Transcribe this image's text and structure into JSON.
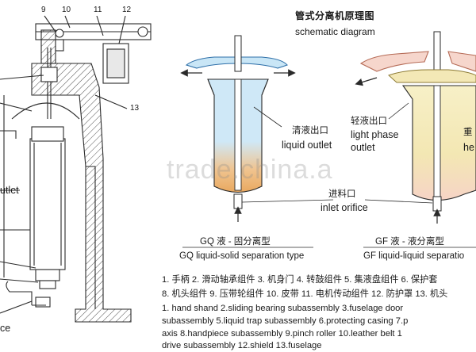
{
  "diagram": {
    "title_cn": "管式分离机原理图",
    "title_en": "schematic diagram",
    "watermark": "trade.china.a",
    "machine_part_numbers": [
      "9",
      "10",
      "11",
      "12",
      "13"
    ],
    "machine_cut_labels": {
      "outlet": "utlet",
      "inlet": "ce"
    },
    "gq": {
      "liquid_outlet_cn": "清液出口",
      "liquid_outlet_en": "liquid outlet",
      "caption_cn": "GQ 液 - 固分离型",
      "caption_en": "GQ liquid-solid separation type"
    },
    "gf": {
      "light_outlet_cn": "轻液出口",
      "light_outlet_en_1": "light phase",
      "light_outlet_en_2": "outlet",
      "heavy_cn_cut": "重",
      "heavy_en_cut": "he",
      "caption_cn": "GF 液 - 液分离型",
      "caption_en": "GF liquid-liquid separatio"
    },
    "inlet_cn": "进料口",
    "inlet_en": "inlet orifice",
    "legend_cn": [
      "1. 手柄  2. 滑动轴承组件  3. 机身门  4. 转鼓组件  5. 集液盘组件  6. 保护套",
      "8. 机头组件 9. 压带轮组件 10. 皮带 11. 电机传动组件 12. 防护罩 13. 机头"
    ],
    "legend_en": [
      "1. hand shand  2.sliding bearing subassembly  3.fuselage door",
      "subassembly  5.liquid trap subassembly  6.protecting casing  7.p",
      "axis  8.handpiece subassembly 9.pinch roller  10.leather belt  1",
      "drive subassembly   12.shield 13.fuselage"
    ],
    "colors": {
      "blue_fill": "#c9e6f6",
      "blue_stroke": "#2e6fa8",
      "orange_fill": "#f0c89e",
      "pink_fill": "#f6d6cc",
      "yellow_fill": "#f3e8b6",
      "line": "#2a2a2a",
      "hatch": "#555555"
    }
  }
}
